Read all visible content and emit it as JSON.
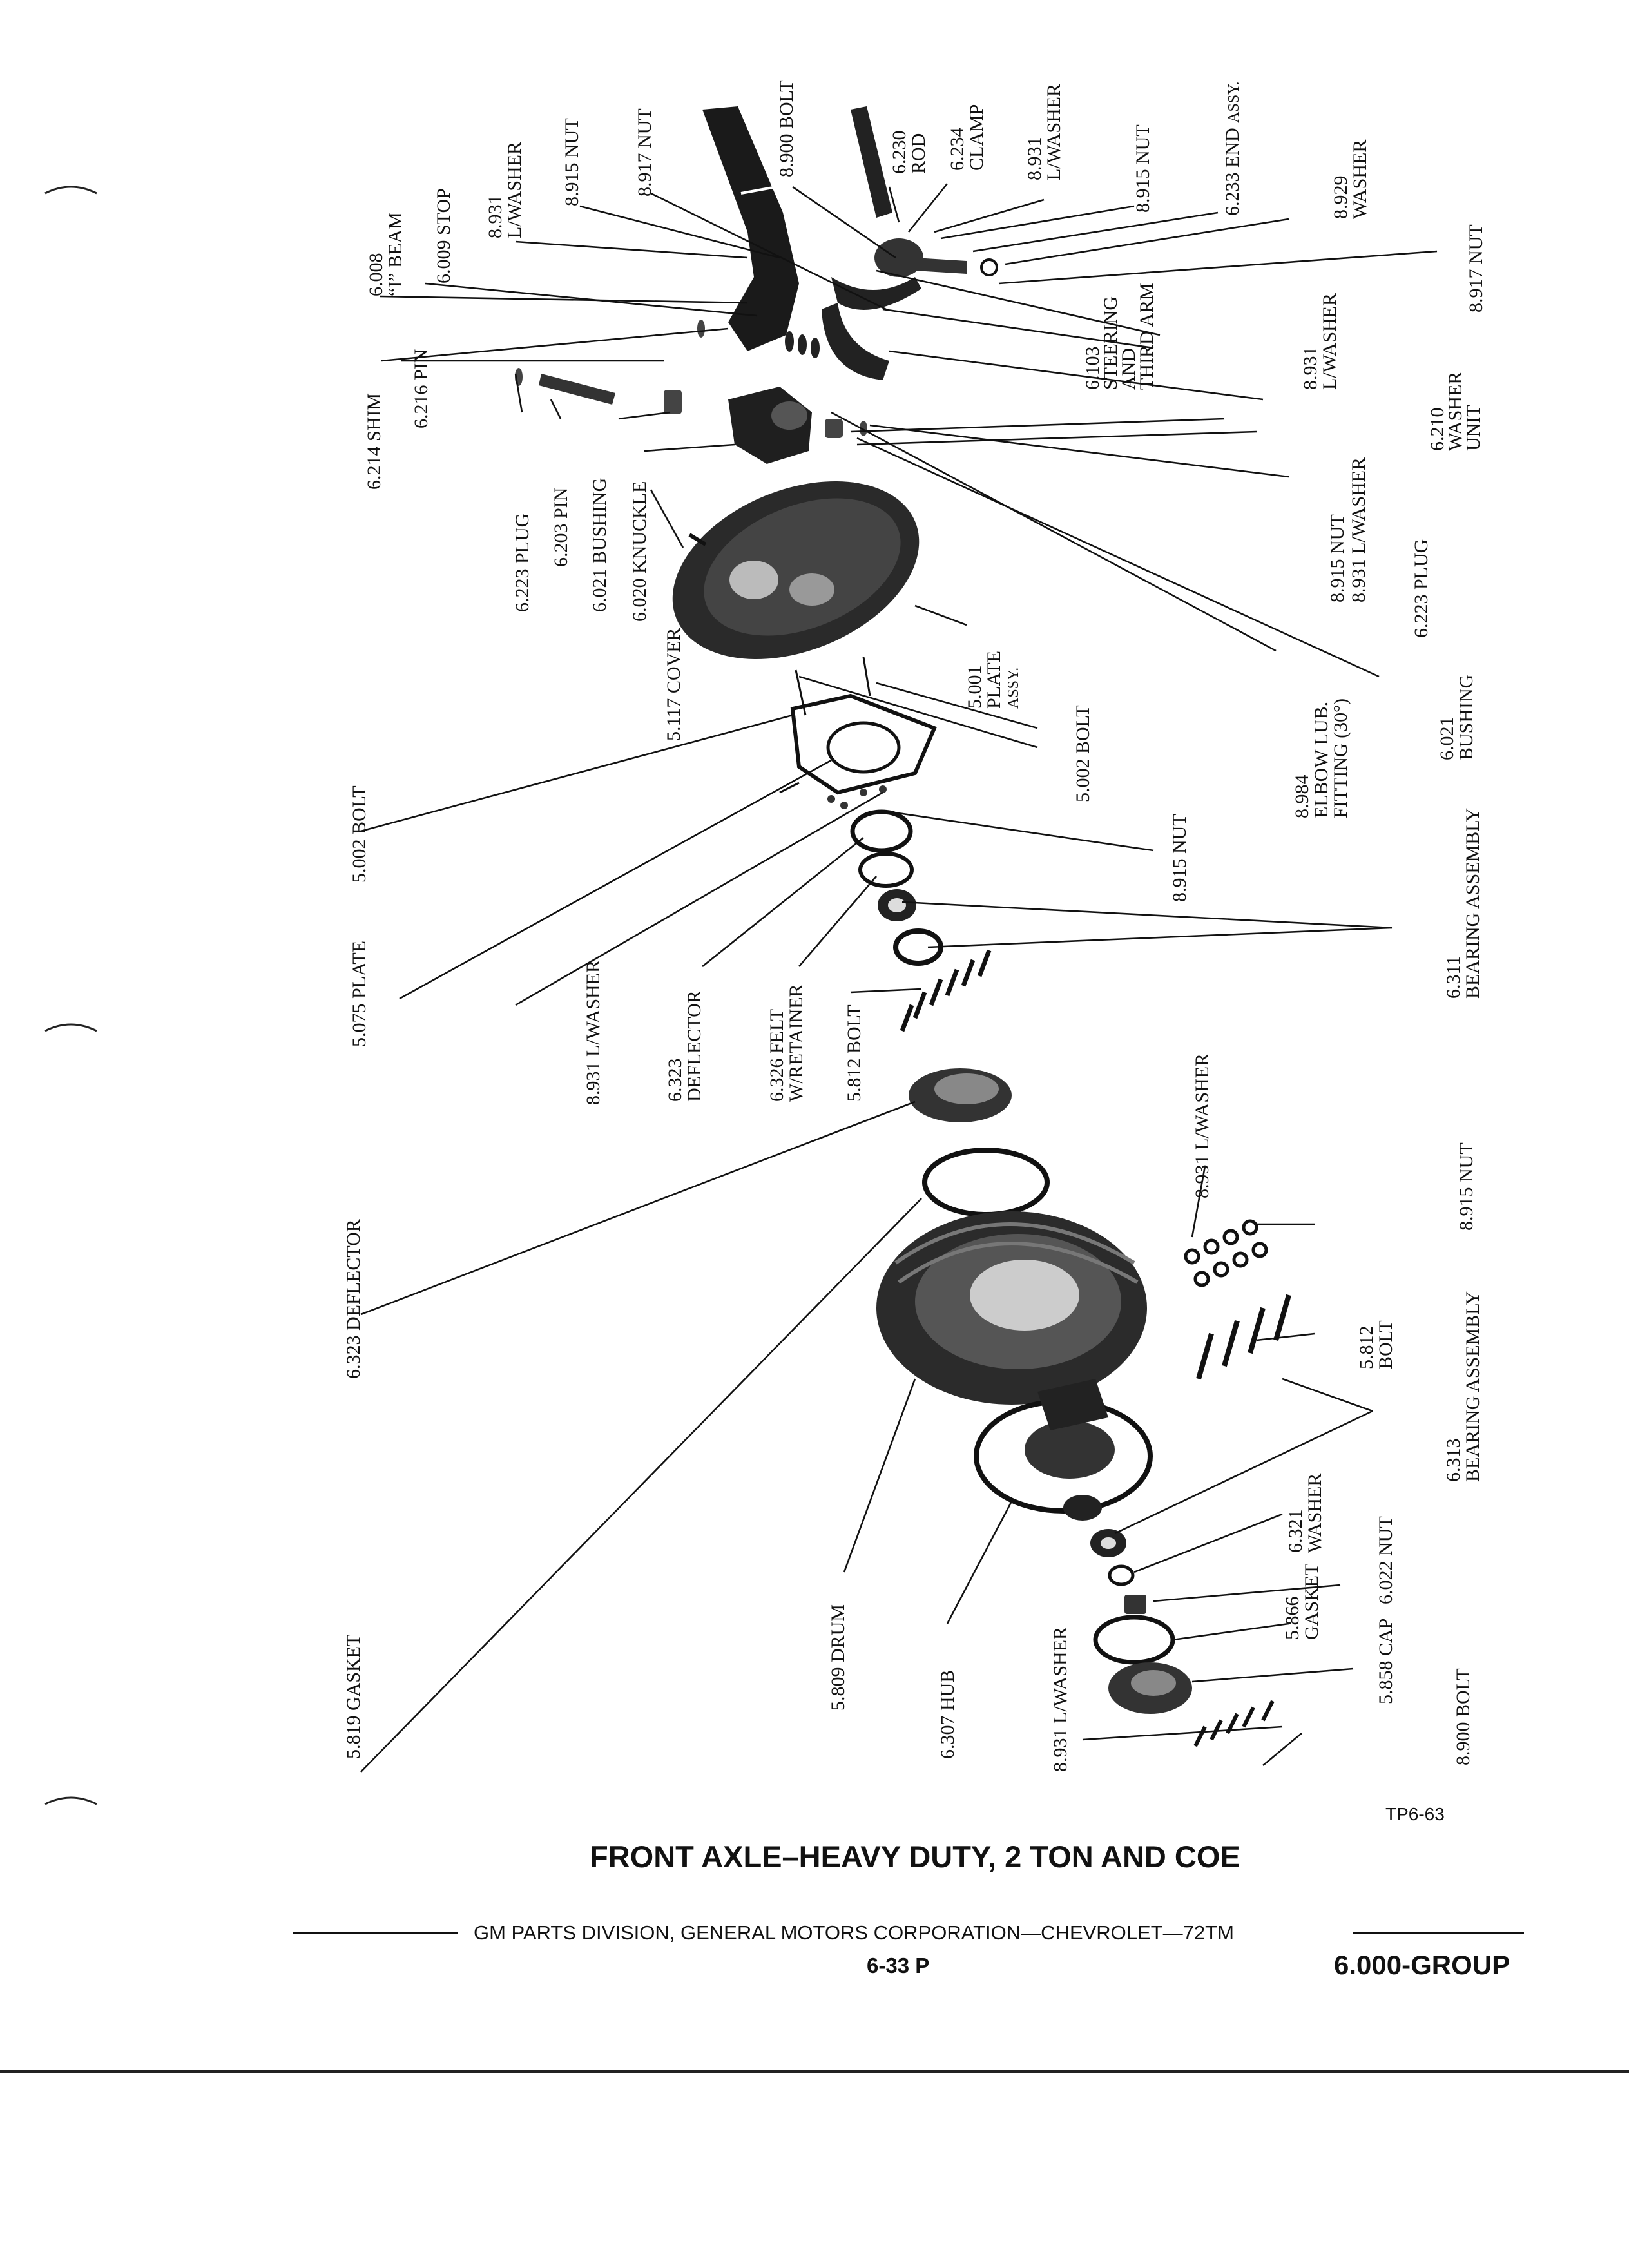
{
  "title": "FRONT AXLE–HEAVY DUTY, 2 TON AND COE",
  "footer_text": "GM PARTS DIVISION, GENERAL MOTORS CORPORATION—CHEVROLET—72TM",
  "page_number": "6-33 P",
  "group": "6.000-GROUP",
  "figure_code": "TP6-63",
  "callouts": {
    "c6008": {
      "num": "6.008",
      "name": "“I” BEAM"
    },
    "c6009": {
      "num": "6.009",
      "name": "STOP"
    },
    "c8931a": {
      "num": "8.931",
      "name": "L/WASHER"
    },
    "c8915a": {
      "num": "8.915",
      "name": "NUT"
    },
    "c8917a": {
      "num": "8.917",
      "name": "NUT"
    },
    "c8900a": {
      "num": "8.900",
      "name": "BOLT"
    },
    "c6230": {
      "num": "6.230",
      "name": "ROD"
    },
    "c6234": {
      "num": "6.234",
      "name": "CLAMP"
    },
    "c8931b": {
      "num": "8.931",
      "name": "L/WASHER"
    },
    "c8915b": {
      "num": "8.915",
      "name": "NUT"
    },
    "c6233": {
      "num": "6.233",
      "name": "END",
      "extra": "ASSY."
    },
    "c8929": {
      "num": "8.929",
      "name": "WASHER"
    },
    "c8917b": {
      "num": "8.917",
      "name": "NUT"
    },
    "c6103": {
      "num": "6.103",
      "lines": [
        "STEERING",
        "AND",
        "THIRD ARM"
      ]
    },
    "c8931c": {
      "num": "8.931",
      "name": "L/WASHER"
    },
    "c6210": {
      "num": "6.210",
      "lines": [
        "WASHER",
        "UNIT"
      ]
    },
    "c6214": {
      "num": "6.214",
      "name": "SHIM"
    },
    "c6216": {
      "num": "6.216",
      "name": "PIN"
    },
    "c6223a": {
      "num": "6.223",
      "name": "PLUG"
    },
    "c6203": {
      "num": "6.203",
      "name": "PIN"
    },
    "c6021a": {
      "num": "6.021",
      "name": "BUSHING"
    },
    "c6020": {
      "num": "6.020",
      "name": "KNUCKLE"
    },
    "c8915c": {
      "num": "8.915",
      "name": "NUT"
    },
    "c8931d": {
      "num": "8.931",
      "name": "L/WASHER"
    },
    "c6223b": {
      "num": "6.223",
      "name": "PLUG"
    },
    "c5117": {
      "num": "5.117",
      "name": "COVER"
    },
    "c5001": {
      "num": "5.001",
      "lines": [
        "PLATE",
        "ASSY."
      ]
    },
    "c8984": {
      "num": "8.984",
      "lines": [
        "ELBOW LUB.",
        "FITTING (30°)"
      ]
    },
    "c6021b": {
      "num": "6.021",
      "name": "BUSHING"
    },
    "c5002a": {
      "num": "5.002",
      "name": "BOLT"
    },
    "c5002b": {
      "num": "5.002",
      "name": "BOLT"
    },
    "c8915d": {
      "num": "8.915",
      "name": "NUT"
    },
    "c5075": {
      "num": "5.075",
      "name": "PLATE"
    },
    "c8931e": {
      "num": "8.931",
      "name": "L/WASHER"
    },
    "c6323a": {
      "num": "6.323",
      "name": "DEFLECTOR"
    },
    "c6326": {
      "num": "6.326",
      "lines": [
        "FELT",
        "W/RETAINER"
      ]
    },
    "c5812a": {
      "num": "5.812",
      "name": "BOLT"
    },
    "c6311": {
      "num": "6.311",
      "name": "BEARING ASSEMBLY"
    },
    "c8931f": {
      "num": "8.931",
      "name": "L/WASHER"
    },
    "c8915e": {
      "num": "8.915",
      "name": "NUT"
    },
    "c5812b": {
      "num": "5.812",
      "name": "BOLT"
    },
    "c6313": {
      "num": "6.313",
      "name": "BEARING ASSEMBLY"
    },
    "c6323b": {
      "num": "6.323",
      "name": "DEFLECTOR"
    },
    "c6321": {
      "num": "6.321",
      "name": "WASHER"
    },
    "c6022": {
      "num": "6.022",
      "name": "NUT"
    },
    "c5866": {
      "num": "5.866",
      "name": "GASKET"
    },
    "c5858": {
      "num": "5.858",
      "name": "CAP"
    },
    "c8900b": {
      "num": "8.900",
      "name": "BOLT"
    },
    "c5819": {
      "num": "5.819",
      "name": "GASKET"
    },
    "c5809": {
      "num": "5.809",
      "name": "DRUM"
    },
    "c6307": {
      "num": "6.307",
      "name": "HUB"
    },
    "c8931g": {
      "num": "8.931",
      "name": "L/WASHER"
    }
  }
}
